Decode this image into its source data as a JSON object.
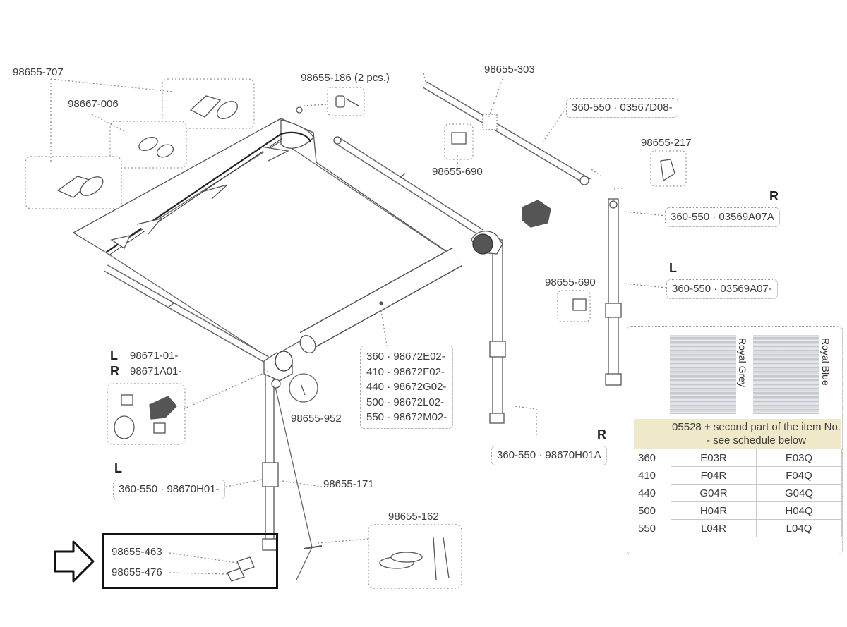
{
  "labels": {
    "p707": "98655-707",
    "p006": "98667-006",
    "p186": "98655-186 (2 pcs.)",
    "p303": "98655-303",
    "p3567": "360-550 · 03567D08-",
    "p217": "98655-217",
    "p690a": "98655-690",
    "side_r_top": "R",
    "p3569r": "360-550 · 03569A07A",
    "side_l_mid": "L",
    "p690b": "98655-690",
    "p3569l": "360-550 · 03569A07-",
    "side_l_end": "L",
    "p671l": "98671-01-",
    "side_r_end": "R",
    "p671r": "98671A01-",
    "p952": "98655-952",
    "side_r_leg": "R",
    "p670r": "360-550 · 98670H01A",
    "side_l_leg": "L",
    "p670l": "360-550 · 98670H01-",
    "p171": "98655-171",
    "p162": "98655-162",
    "p463": "98655-463",
    "p476": "98655-476"
  },
  "roller_sizes": [
    "360 · 98672E02-",
    "410 · 98672F02-",
    "440 · 98672G02-",
    "500 · 98672L02-",
    "550 · 98672M02-"
  ],
  "fabric": {
    "swatches": [
      {
        "name": "Royal Grey",
        "color": "#c9ccd0"
      },
      {
        "name": "Royal Blue",
        "color": "#c9ccd0"
      }
    ],
    "header": "05528 + second part of the item No. - see schedule below",
    "rows": [
      {
        "size": "360",
        "grey": "E03R",
        "blue": "E03Q"
      },
      {
        "size": "410",
        "grey": "F04R",
        "blue": "F04Q"
      },
      {
        "size": "440",
        "grey": "G04R",
        "blue": "G04Q"
      },
      {
        "size": "500",
        "grey": "H04R",
        "blue": "H04Q"
      },
      {
        "size": "550",
        "grey": "L04R",
        "blue": "L04Q"
      }
    ]
  },
  "colors": {
    "line": "#555555",
    "leader": "#8a8a8a",
    "canvas": "#ffffff"
  },
  "icons": {
    "arrow": "outline-arrow-right-icon"
  }
}
